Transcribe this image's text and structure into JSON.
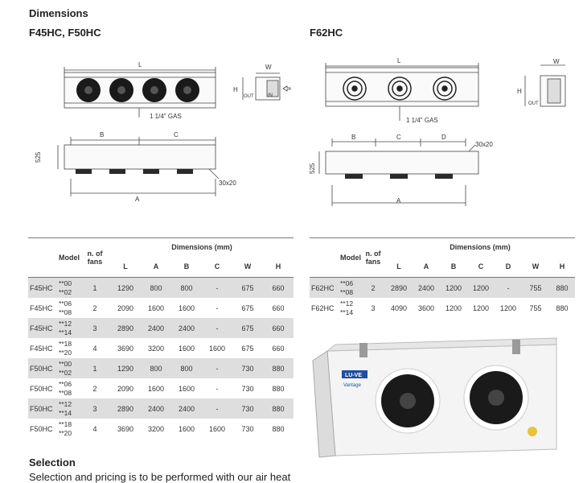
{
  "heading": "Dimensions",
  "left_title": "F45HC, F50HC",
  "right_title": "F62HC",
  "drawing": {
    "L": "L",
    "W": "W",
    "H": "H",
    "OUT": "OUT",
    "IN": "IN",
    "gas": "1 1/4\" GAS",
    "A": "A",
    "B": "B",
    "C": "C",
    "D": "D",
    "h525": "525",
    "bolt": "30x20"
  },
  "table_headers": {
    "model": "Model",
    "fans": "n. of\nfans",
    "dimensions": "Dimensions (mm)",
    "cols_left": [
      "L",
      "A",
      "B",
      "C",
      "W",
      "H"
    ],
    "cols_right": [
      "L",
      "A",
      "B",
      "C",
      "D",
      "W",
      "H"
    ]
  },
  "left_rows": [
    {
      "model": "F45HC",
      "v1": "**00",
      "v2": "**02",
      "fans": "1",
      "L": "1290",
      "A": "800",
      "B": "800",
      "C": "-",
      "W": "675",
      "H": "660",
      "shade": true
    },
    {
      "model": "F45HC",
      "v1": "**06",
      "v2": "**08",
      "fans": "2",
      "L": "2090",
      "A": "1600",
      "B": "1600",
      "C": "-",
      "W": "675",
      "H": "660",
      "shade": false
    },
    {
      "model": "F45HC",
      "v1": "**12",
      "v2": "**14",
      "fans": "3",
      "L": "2890",
      "A": "2400",
      "B": "2400",
      "C": "-",
      "W": "675",
      "H": "660",
      "shade": true
    },
    {
      "model": "F45HC",
      "v1": "**18",
      "v2": "**20",
      "fans": "4",
      "L": "3690",
      "A": "3200",
      "B": "1600",
      "C": "1600",
      "W": "675",
      "H": "660",
      "shade": false
    },
    {
      "model": "F50HC",
      "v1": "**00",
      "v2": "**02",
      "fans": "1",
      "L": "1290",
      "A": "800",
      "B": "800",
      "C": "-",
      "W": "730",
      "H": "880",
      "shade": true
    },
    {
      "model": "F50HC",
      "v1": "**06",
      "v2": "**08",
      "fans": "2",
      "L": "2090",
      "A": "1600",
      "B": "1600",
      "C": "-",
      "W": "730",
      "H": "880",
      "shade": false
    },
    {
      "model": "F50HC",
      "v1": "**12",
      "v2": "**14",
      "fans": "3",
      "L": "2890",
      "A": "2400",
      "B": "2400",
      "C": "-",
      "W": "730",
      "H": "880",
      "shade": true
    },
    {
      "model": "F50HC",
      "v1": "**18",
      "v2": "**20",
      "fans": "4",
      "L": "3690",
      "A": "3200",
      "B": "1600",
      "C": "1600",
      "W": "730",
      "H": "880",
      "shade": false
    }
  ],
  "right_rows": [
    {
      "model": "F62HC",
      "v1": "**06",
      "v2": "**08",
      "fans": "2",
      "L": "2890",
      "A": "2400",
      "B": "1200",
      "C": "1200",
      "D": "-",
      "W": "755",
      "H": "880",
      "shade": true
    },
    {
      "model": "F62HC",
      "v1": "**12",
      "v2": "**14",
      "fans": "3",
      "L": "4090",
      "A": "3600",
      "B": "1200",
      "C": "1200",
      "D": "1200",
      "W": "755",
      "H": "880",
      "shade": false
    }
  ],
  "product_badge": "LU-VE",
  "product_label": "Vantage",
  "selection_heading": "Selection",
  "selection_text": "Selection and pricing is to be performed with our air heat"
}
